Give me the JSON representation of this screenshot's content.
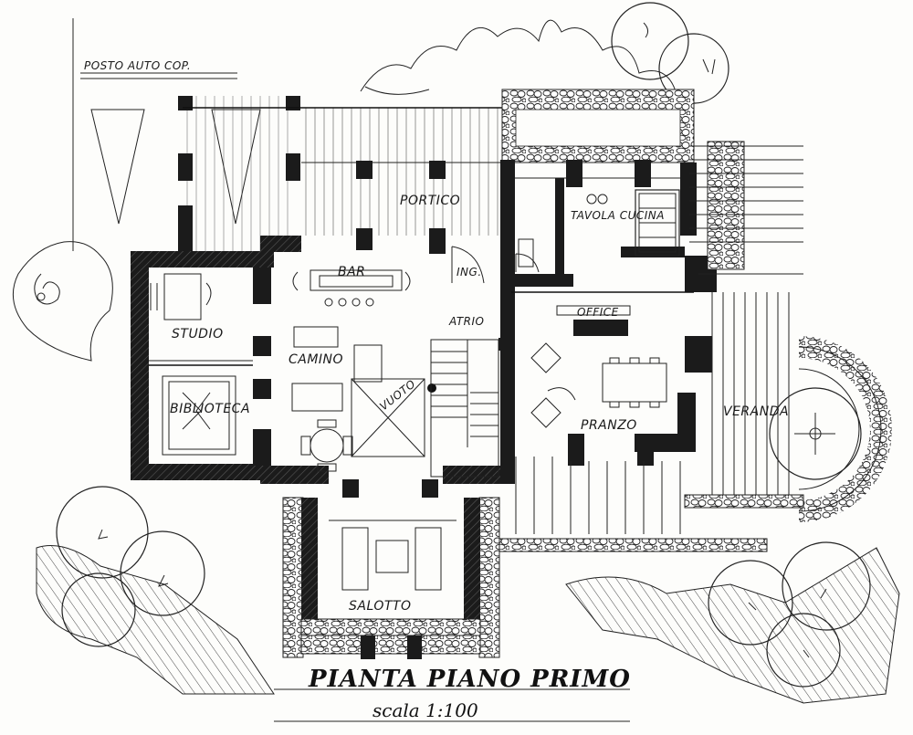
{
  "drawing": {
    "title": "PIANTA PIANO PRIMO",
    "scale": "scala 1:100",
    "rooms": {
      "posto_auto": "POSTO AUTO COP.",
      "portico": "PORTICO",
      "tavola_cucina": "TAVOLA CUCINA",
      "bar": "BAR",
      "ingresso": "ING.",
      "atrio": "ATRIO",
      "office": "OFFICE",
      "studio": "STUDIO",
      "camino": "CAMINO",
      "biblioteca": "BIBLIOTECA",
      "vuoto": "VUOTO",
      "pranzo": "PRANZO",
      "veranda": "VERANDA",
      "salotto": "SALOTTO"
    }
  }
}
